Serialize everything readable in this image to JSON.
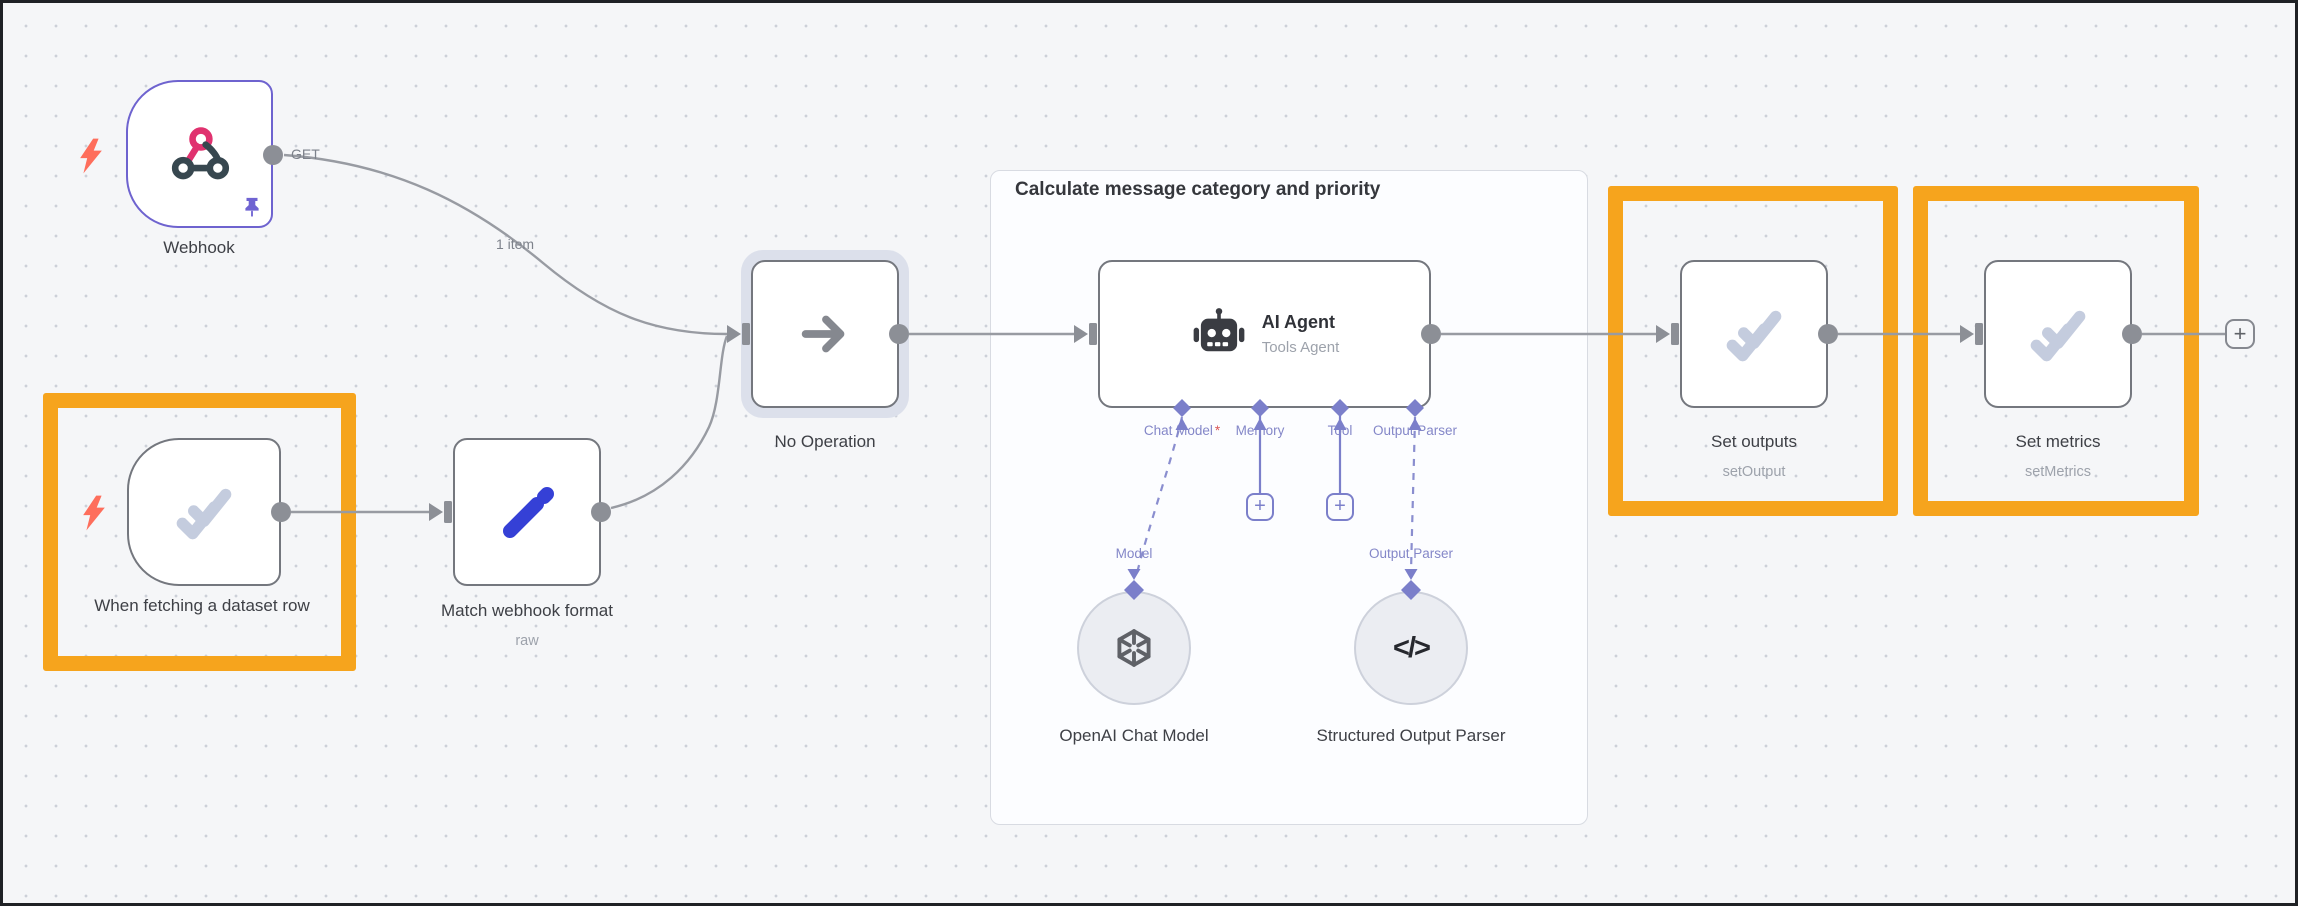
{
  "group": {
    "title": "Calculate message category and priority"
  },
  "edge_label": "1 item",
  "nodes": {
    "webhook": {
      "label": "Webhook",
      "output_label": "GET"
    },
    "dataset_trigger": {
      "label": "When fetching a dataset row"
    },
    "match_format": {
      "label": "Match webhook format",
      "subtitle": "raw"
    },
    "noop": {
      "label": "No Operation"
    },
    "ai_agent": {
      "title": "AI Agent",
      "subtitle": "Tools Agent",
      "required_marker": "*",
      "ports": {
        "chat_model": "Chat Model",
        "memory": "Memory",
        "tool": "Tool",
        "output_parser": "Output Parser"
      },
      "sub_labels": {
        "model": "Model",
        "output_parser": "Output Parser"
      }
    },
    "openai": {
      "label": "OpenAI Chat Model"
    },
    "structured_parser": {
      "label": "Structured Output Parser"
    },
    "set_outputs": {
      "label": "Set outputs",
      "subtitle": "setOutput"
    },
    "set_metrics": {
      "label": "Set metrics",
      "subtitle": "setMetrics"
    }
  },
  "buttons": {
    "add_node": "+",
    "add_memory": "+",
    "add_tool": "+"
  },
  "colors": {
    "highlight_orange": "#f6a41d",
    "webhook_border_purple": "#6e63cf",
    "port_purple": "#7b7fca",
    "pencil_blue": "#3540d6",
    "bolt_red": "#fe6e5c",
    "webhook_pink": "#e0326f",
    "icon_check_gray": "#c4ccde",
    "edge_gray": "#989ba2",
    "canvas_bg": "#f5f6f8"
  }
}
